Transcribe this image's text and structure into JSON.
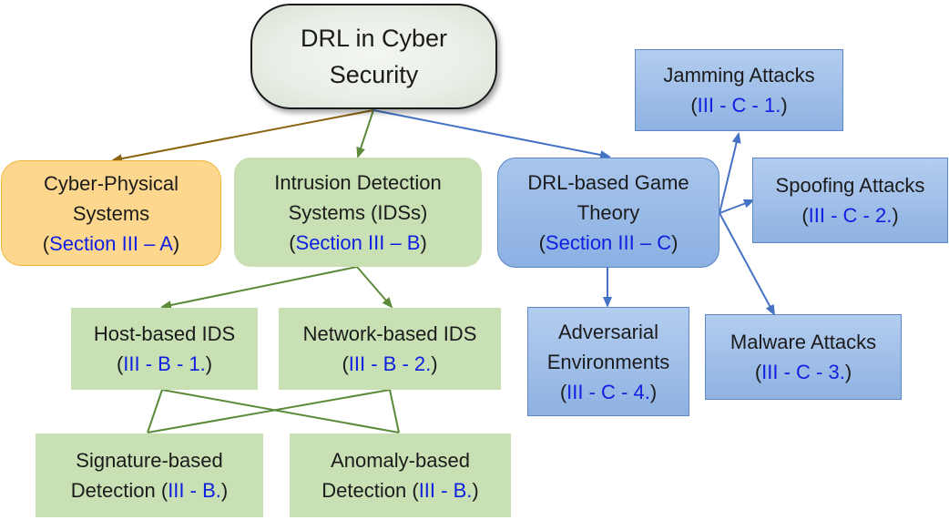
{
  "diagram": {
    "root": {
      "line1": "DRL in Cyber",
      "line2": "Security"
    },
    "cps": {
      "line1": "Cyber-Physical",
      "line2": "Systems",
      "ref": "Section III – A"
    },
    "ids": {
      "line1": "Intrusion Detection",
      "line2": "Systems (IDSs)",
      "ref": "Section III – B"
    },
    "game": {
      "line1": "DRL-based Game",
      "line2": "Theory",
      "ref": "Section III – C"
    },
    "host_ids": {
      "line1": "Host-based IDS",
      "ref": "III - B - 1."
    },
    "network_ids": {
      "line1": "Network-based IDS",
      "ref": "III - B - 2."
    },
    "signature": {
      "line1": "Signature-based",
      "line2_prefix": "Detection ",
      "ref": "III - B."
    },
    "anomaly": {
      "line1": "Anomaly-based",
      "line2_prefix": "Detection ",
      "ref": "III - B."
    },
    "jamming": {
      "line1": "Jamming Attacks",
      "ref": "III - C - 1."
    },
    "spoofing": {
      "line1": "Spoofing Attacks",
      "ref": "III - C - 2."
    },
    "malware": {
      "line1": "Malware Attacks",
      "ref": "III - C - 3."
    },
    "adversarial": {
      "line1": "Adversarial",
      "line2": "Environments",
      "ref": "III - C - 4."
    },
    "colors": {
      "edge_brown": "#8a6512",
      "edge_green": "#5a8a3a",
      "edge_blue": "#4472c4",
      "ref_text": "#1020e0"
    }
  }
}
